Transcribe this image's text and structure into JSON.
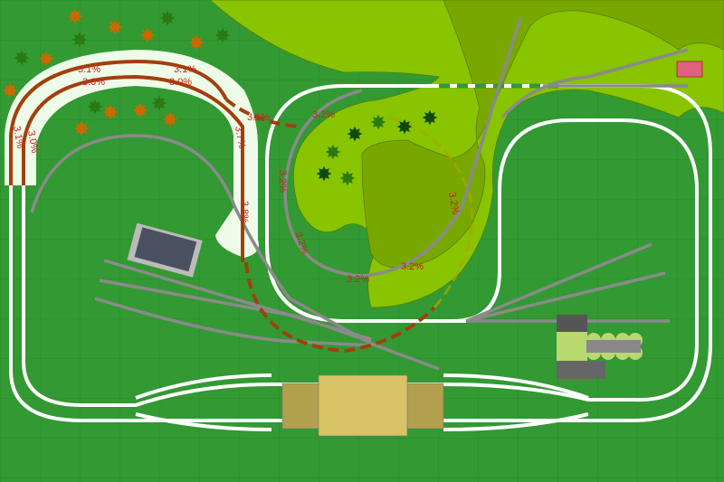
{
  "title": "Model railroad track plan",
  "colors": {
    "ground": "#339933",
    "hill_light": "#88c400",
    "hill_dark": "#78a800",
    "ramp": "#eefbe8",
    "grade_track": "#a0400c",
    "grade_text": "#cc2222",
    "station": "#d8c466",
    "platform": "#b3a04f"
  },
  "grades": [
    {
      "text": "3.1%"
    },
    {
      "text": "3.0%"
    },
    {
      "text": "3.1%"
    },
    {
      "text": "3.0%"
    },
    {
      "text": "3.1%"
    },
    {
      "text": "3.0%"
    },
    {
      "text": "3.1%"
    },
    {
      "text": "3.7%"
    },
    {
      "text": "3.8%"
    },
    {
      "text": "3.2%"
    },
    {
      "text": "3.2%"
    },
    {
      "text": "3.2%"
    },
    {
      "text": "3.2%"
    },
    {
      "text": "3.2%"
    },
    {
      "text": "3.2%"
    }
  ]
}
